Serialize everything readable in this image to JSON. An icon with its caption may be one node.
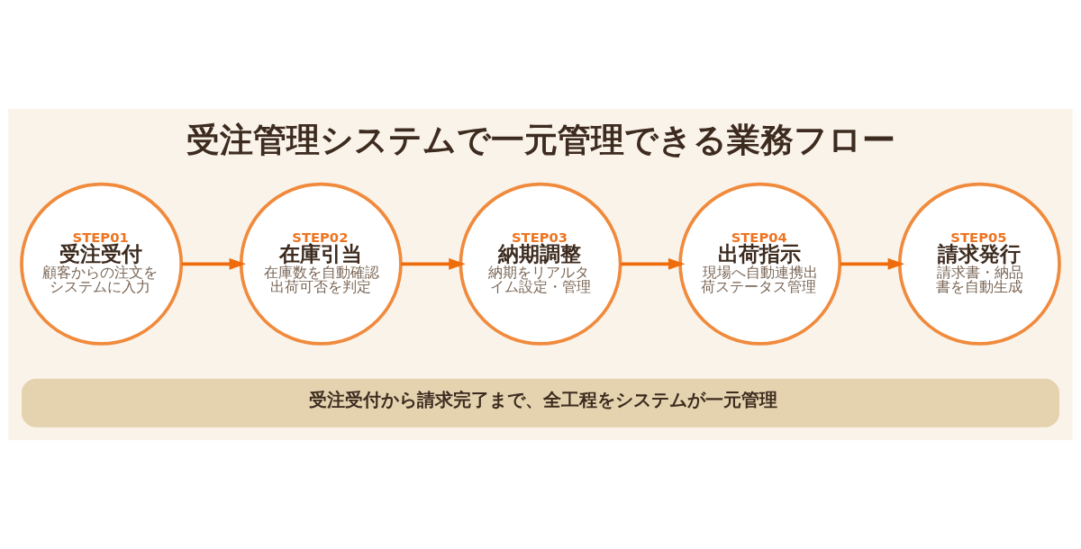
{
  "diagram": {
    "title": "受注管理システムで一元管理できる業務フロー",
    "nodes": [
      {
        "text": [
          "STEP01",
          "受注受付",
          "顧客からの注文をシステムに入力"
        ]
      },
      {
        "text": [
          "STEP02",
          "在庫引当",
          "在庫数を自動確認出荷可否を判定"
        ]
      },
      {
        "text": [
          "STEP03",
          "納期調整",
          "納期をリアルタイム設定・管理"
        ]
      },
      {
        "text": [
          "STEP04",
          "出荷指示",
          "現場へ自動連携出荷ステータス管理"
        ]
      },
      {
        "text": [
          "STEP05",
          "請求発行",
          "請求書・納品書を自動生成"
        ]
      },
      {
        "text": [
          "受注受付から請求完了まで、全工程をシステムが一元管理"
        ]
      }
    ],
    "edges": [
      {
        "from": 0,
        "to": 1,
        "arrow": "to"
      },
      {
        "from": 1,
        "to": 2,
        "arrow": "to"
      },
      {
        "from": 2,
        "to": 3,
        "arrow": "to"
      },
      {
        "from": 3,
        "to": 4,
        "arrow": "to"
      }
    ]
  }
}
